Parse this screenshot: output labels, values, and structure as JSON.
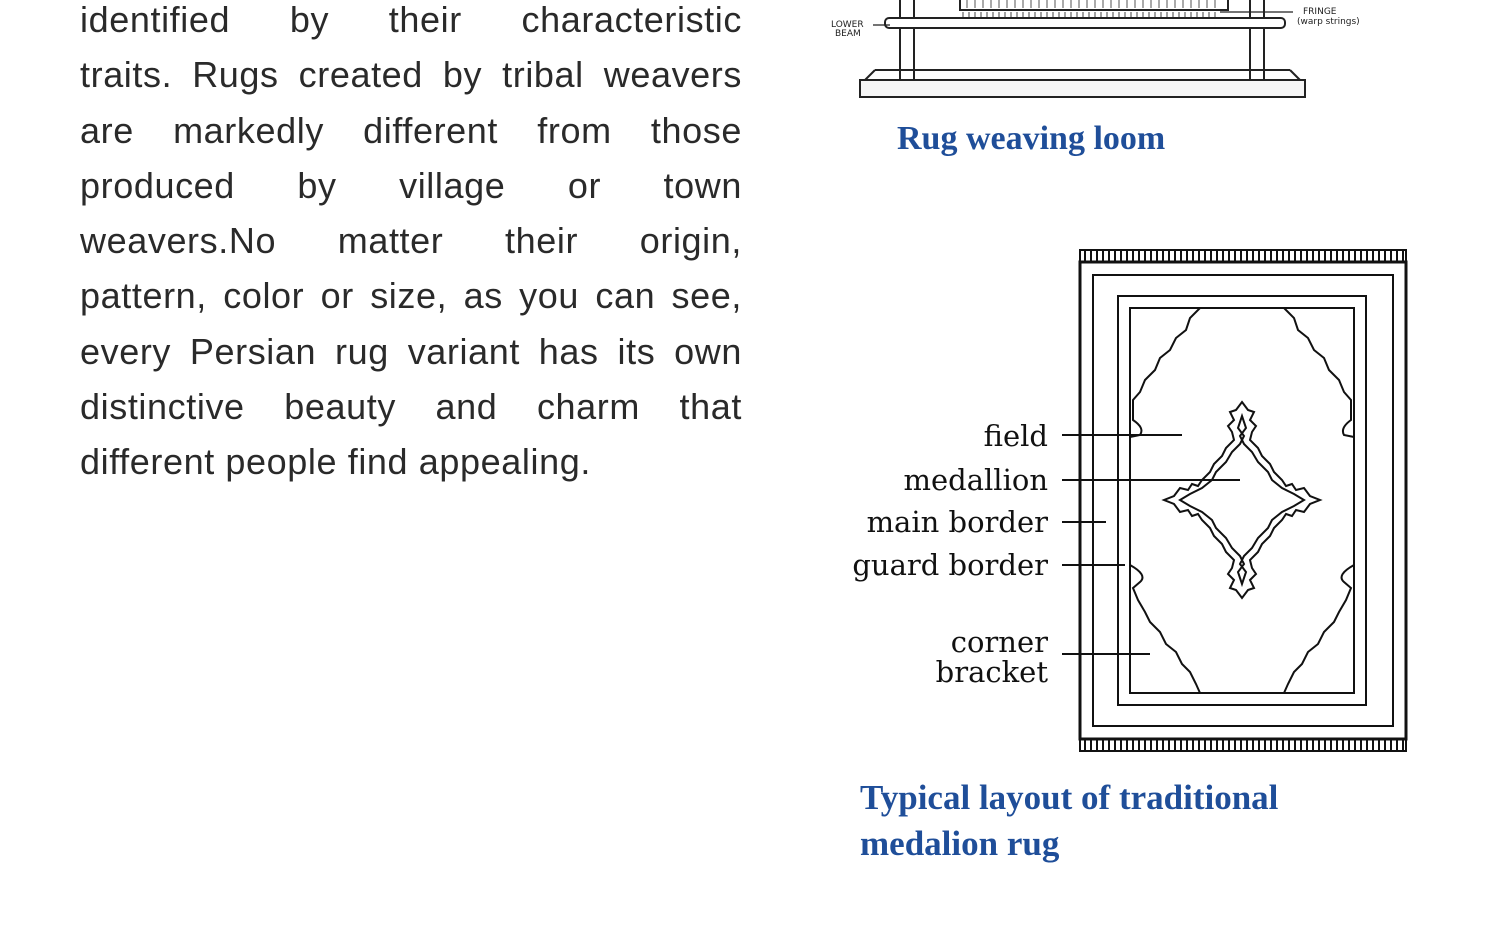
{
  "article": {
    "lines": [
      "identified by their characteristic",
      "traits. Rugs created by tribal weavers",
      "are markedly different from those",
      "produced by village or town",
      "weavers.No matter their origin,",
      "pattern, color or size, as you can see,",
      "every Persian rug variant has its own",
      "distinctive beauty and charm that",
      "different people find appealing."
    ]
  },
  "loom_figure": {
    "caption": "Rug weaving loom",
    "labels": {
      "lower_beam_1": "LOWER",
      "lower_beam_2": "BEAM",
      "fringe_1": "FRINGE",
      "fringe_2": "(warp strings)"
    }
  },
  "rug_figure": {
    "caption_line1": "Typical layout of traditional",
    "caption_line2": "medalion rug",
    "labels": {
      "field": "field",
      "medallion": "medallion",
      "main_border": "main border",
      "guard_border": "guard border",
      "corner_bracket_1": "corner",
      "corner_bracket_2": "bracket"
    }
  },
  "colors": {
    "caption": "#1f4e99",
    "text": "#2a2a2a"
  }
}
